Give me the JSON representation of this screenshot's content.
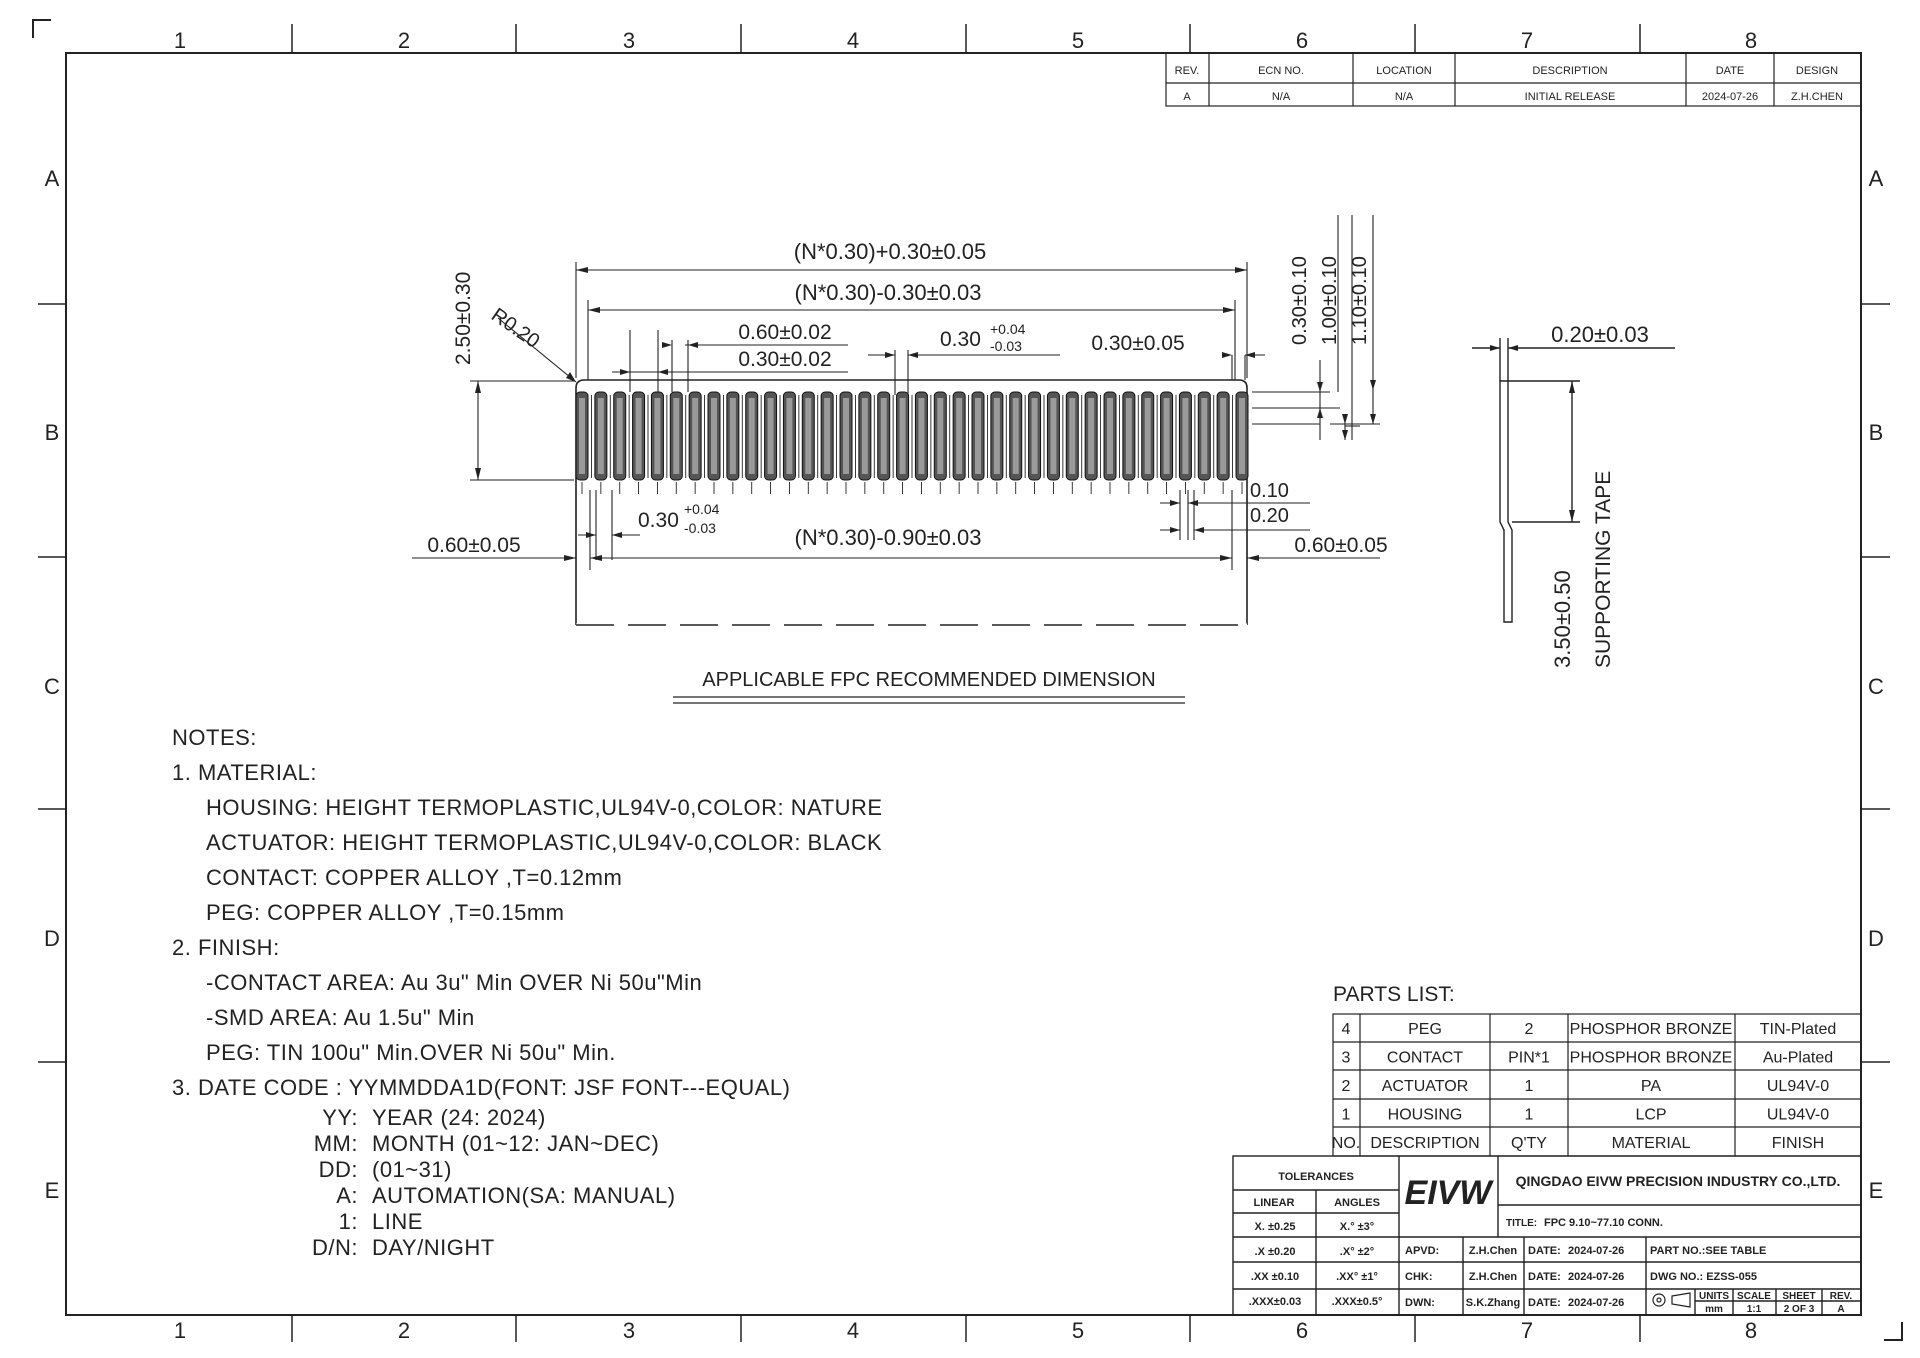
{
  "frame": {
    "columns": [
      "1",
      "2",
      "3",
      "4",
      "5",
      "6",
      "7",
      "8"
    ],
    "rows": [
      "A",
      "B",
      "C",
      "D",
      "E"
    ]
  },
  "revision_table": {
    "headers": [
      "REV.",
      "ECN NO.",
      "LOCATION",
      "DESCRIPTION",
      "DATE",
      "DESIGN"
    ],
    "row": [
      "A",
      "N/A",
      "N/A",
      "INITIAL RELEASE",
      "2024-07-26",
      "Z.H.CHEN"
    ]
  },
  "drawing": {
    "dims": {
      "overall": "(N*0.30)+0.30±0.05",
      "inner_top": "(N*0.30)-0.30±0.03",
      "pad_width": "0.60±0.02",
      "pad_gap": "0.30±0.02",
      "pitch_top": "0.30",
      "pitch_tol_plus": "+0.04",
      "pitch_tol_minus": "-0.03",
      "right_pitch": "0.30±0.05",
      "height": "2.50±0.30",
      "radius": "R0.20",
      "v1": "0.30±0.10",
      "v2": "1.00±0.10",
      "v3": "1.10±0.10",
      "d010": "0.10",
      "d020": "0.20",
      "pitch_bot": "0.30",
      "inner_bot": "(N*0.30)-0.90±0.03",
      "left_off": "0.60±0.05",
      "right_off": "0.60±0.05",
      "thickness": "0.20±0.03",
      "tape_len": "3.50±0.50",
      "tape_label": "SUPPORTING TAPE"
    },
    "caption": "APPLICABLE FPC RECOMMENDED DIMENSION"
  },
  "notes": {
    "title": "NOTES:",
    "material": "1. MATERIAL:",
    "housing": "HOUSING: HEIGHT  TERMOPLASTIC,UL94V-0,COLOR: NATURE",
    "actuator": "ACTUATOR: HEIGHT  TERMOPLASTIC,UL94V-0,COLOR: BLACK",
    "contact": "CONTACT: COPPER  ALLOY  ,T=0.12mm",
    "peg": "PEG: COPPER  ALLOY  ,T=0.15mm",
    "finish": "2. FINISH:",
    "contact_area": "-CONTACT  AREA: Au  3u\"  Min  OVER  Ni  50u\"Min",
    "smd_area": "-SMD  AREA: Au  1.5u\"  Min",
    "peg_finish": "PEG: TIN  100u\"  Min.OVER  Ni  50u\"  Min.",
    "date_code": "3. DATE CODE :  YYMMDDA1D(FONT:  JSF FONT---EQUAL)",
    "date_rows": [
      {
        "k": "YY:",
        "v": "YEAR (24: 2024)"
      },
      {
        "k": "MM:",
        "v": "MONTH (01~12:  JAN~DEC)"
      },
      {
        "k": "DD:",
        "v": "(01~31)"
      },
      {
        "k": "A:",
        "v": "AUTOMATION(SA: MANUAL)"
      },
      {
        "k": "1:",
        "v": "LINE"
      },
      {
        "k": "D/N:",
        "v": "DAY/NIGHT"
      }
    ]
  },
  "parts_list": {
    "title": "PARTS LIST:",
    "rows": [
      [
        "4",
        "PEG",
        "2",
        "PHOSPHOR BRONZE",
        "TIN-Plated"
      ],
      [
        "3",
        "CONTACT",
        "PIN*1",
        "PHOSPHOR BRONZE",
        "Au-Plated"
      ],
      [
        "2",
        "ACTUATOR",
        "1",
        "PA",
        "UL94V-0"
      ],
      [
        "1",
        "HOUSING",
        "1",
        "LCP",
        "UL94V-0"
      ]
    ],
    "header": [
      "NO.",
      "DESCRIPTION",
      "Q'TY",
      "MATERIAL",
      "FINISH"
    ]
  },
  "title_block": {
    "tolerances": "TOLERANCES",
    "linear": "LINEAR",
    "angles": "ANGLES",
    "tol_rows": [
      [
        "X.  ±0.25",
        "X.°  ±3°"
      ],
      [
        ".X  ±0.20",
        ".X°  ±2°"
      ],
      [
        ".XX  ±0.10",
        ".XX°  ±1°"
      ],
      [
        ".XXX±0.03",
        ".XXX±0.5°"
      ]
    ],
    "logo": "EIVW",
    "company": "QINGDAO EIVW PRECISION INDUSTRY CO.,LTD.",
    "title_label": "TITLE:",
    "title_value": "FPC  9.10~77.10  CONN.",
    "apvd": "APVD:",
    "apvd_name": "Z.H.Chen",
    "chk": "CHK:",
    "chk_name": "Z.H.Chen",
    "dwn": "DWN:",
    "dwn_name": "S.K.Zhang",
    "date_label": "DATE:",
    "date_value": "2024-07-26",
    "part_no": "PART NO.:SEE TABLE",
    "dwg_no": "DWG NO.:    EZSS-055",
    "units": "UNITS",
    "units_val": "mm",
    "scale": "SCALE",
    "scale_val": "1:1",
    "sheet": "SHEET",
    "sheet_val": "2 OF 3",
    "rev": "REV.",
    "rev_val": "A"
  }
}
